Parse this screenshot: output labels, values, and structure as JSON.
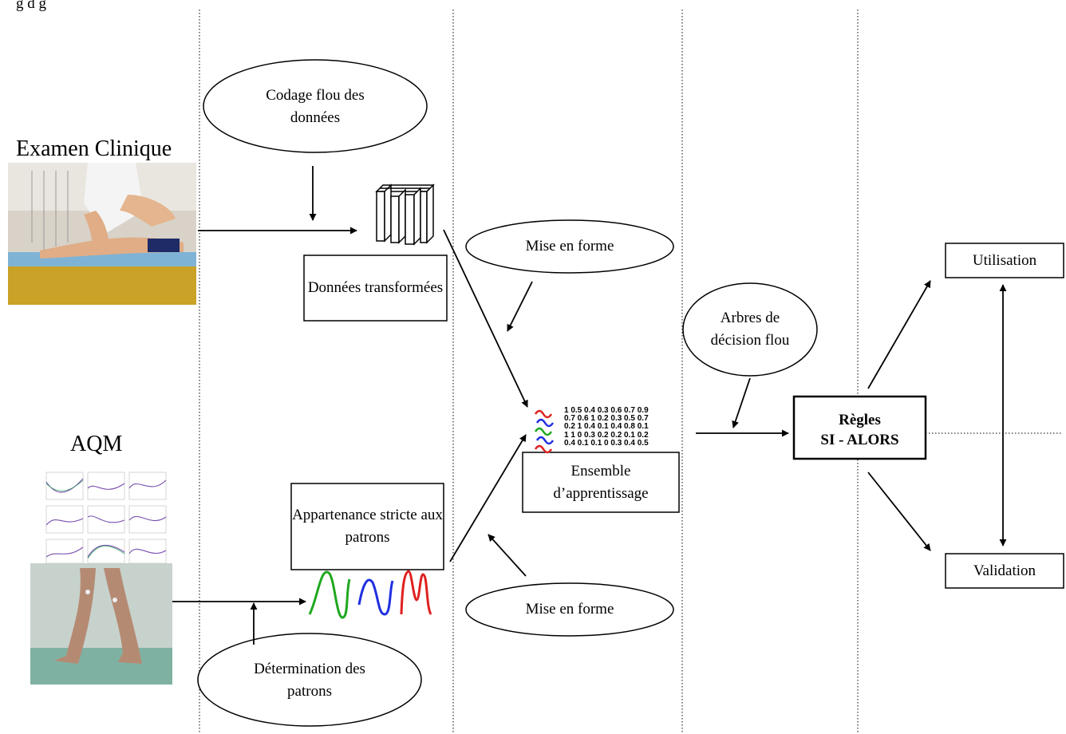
{
  "top_caption": "g          d                      g                      ",
  "sections": {
    "clinical": "Examen Clinique",
    "aqm": "AQM"
  },
  "nodes": {
    "codage": "Codage flou des données",
    "donnees": "Données transformées",
    "mise_en_forme_top": "Mise en forme",
    "arbres": "Arbres de décision flou",
    "ensemble": "Ensemble d’apprentissage",
    "regles_l1": "Règles",
    "regles_l2": "SI - ALORS",
    "utilisation": "Utilisation",
    "validation": "Validation",
    "appartenance": "Appartenance stricte aux patrons",
    "mise_en_forme_bottom": "Mise en forme",
    "determination": "Détermination des patrons"
  },
  "matrix_rows": [
    "1 0.5 0.4 0.3 0.6 0.7 0.9",
    "0.7 0.6 1 0.2 0.3 0.5 0.7",
    "0.2 1 0.4 0.1 0.4 0.8 0.1",
    "1 1 0 0.3 0.2 0.2 0.1 0.2",
    "0.4 0.1 0.1 0 0.3 0.4 0.5"
  ],
  "colors": {
    "red": "#e02020",
    "blue": "#1f2fe0",
    "green": "#1fa81f"
  }
}
